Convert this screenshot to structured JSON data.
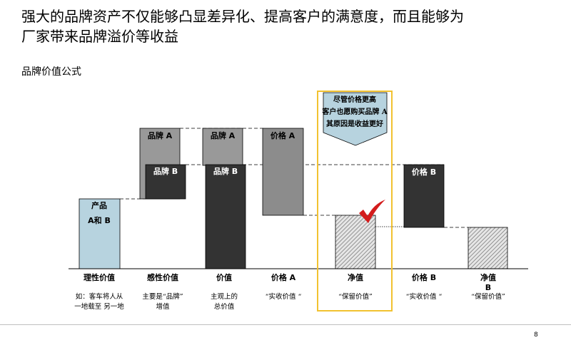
{
  "headline": {
    "line1": "强大的品牌资产不仅能够凸显差异化、提高客户的满意度，而且能够为",
    "line2": "厂家带来品牌溢价等收益"
  },
  "subtitle": "品牌价值公式",
  "colors": {
    "light_blue": "#b7d3df",
    "light_gray": "#999999",
    "dark_gray": "#333333",
    "mid_gray": "#8c8c8c",
    "highlight": "#f2c230",
    "check": "#d31c1c",
    "callout_fill": "#b7d3df"
  },
  "bars": {
    "product": {
      "line1": "产品",
      "line2": "A和 B"
    },
    "brand_a_1": "品牌 A",
    "brand_b_1": "品牌 B",
    "brand_a_2": "品牌 A",
    "brand_b_2": "品牌 B",
    "price_a": "价格 A",
    "price_b": "价格 B"
  },
  "callout": {
    "line1": "尽管价格更高",
    "line2": "客户也愿购买品牌 A",
    "line3": "其原因是收益更好"
  },
  "categories": [
    {
      "label": "理性价值",
      "note_line1": "如：客车将人从",
      "note_line2": "一地载至 另一地"
    },
    {
      "label": "感性价值",
      "note_line1": "主要是“品牌”",
      "note_line2": "增值"
    },
    {
      "label": "价值",
      "note_line1": "主观上的",
      "note_line2": "总价值"
    },
    {
      "label": "价格 A",
      "note_line1": "“实收价值 “",
      "note_line2": ""
    },
    {
      "label": "净值",
      "note_line1": "“保留价值”",
      "note_line2": ""
    },
    {
      "label": "价格 B",
      "note_line1": "“实收价值 “",
      "note_line2": ""
    },
    {
      "label": "净值",
      "label_line2": "B",
      "note_line1": "“保留价值”",
      "note_line2": ""
    }
  ],
  "page_number": "8"
}
